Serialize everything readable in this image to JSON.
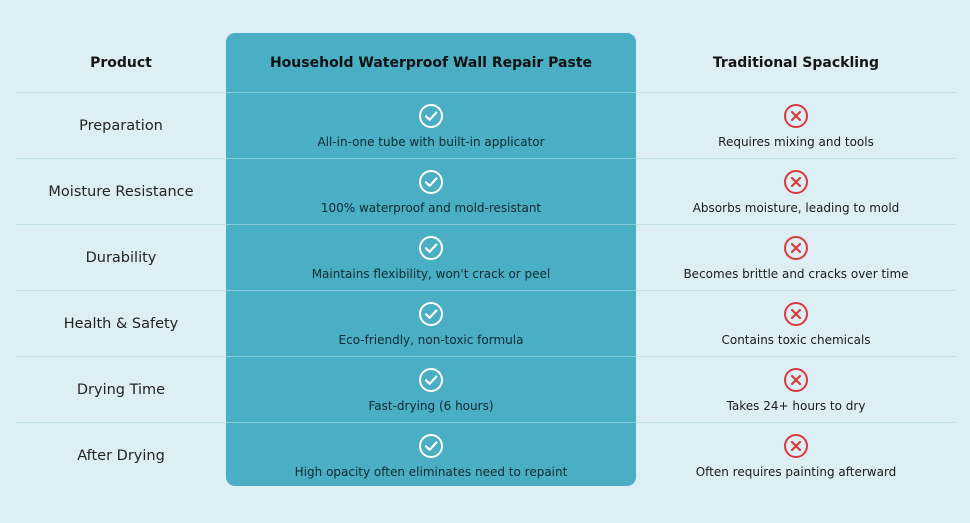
{
  "colors": {
    "background": "#ddeef4",
    "highlight_column": "#4aaec5",
    "check_icon": "#ffffff",
    "cross_icon": "#d93a3a"
  },
  "header": {
    "col1": "Product",
    "col2": "Household Waterproof Wall Repair Paste",
    "col3": "Traditional Spackling"
  },
  "rows": [
    {
      "feature": "Preparation",
      "paste": "All-in-one tube with built-in applicator",
      "paste_icon": "check-circle-icon",
      "spackling": "Requires mixing and tools",
      "spackling_icon": "x-circle-icon"
    },
    {
      "feature": "Moisture Resistance",
      "paste": "100% waterproof and mold-resistant",
      "paste_icon": "check-circle-icon",
      "spackling": "Absorbs moisture, leading to mold",
      "spackling_icon": "x-circle-icon"
    },
    {
      "feature": "Durability",
      "paste": "Maintains flexibility, won't crack or peel",
      "paste_icon": "check-circle-icon",
      "spackling": "Becomes brittle and cracks over time",
      "spackling_icon": "x-circle-icon"
    },
    {
      "feature": "Health & Safety",
      "paste": "Eco-friendly, non-toxic formula",
      "paste_icon": "check-circle-icon",
      "spackling": "Contains toxic chemicals",
      "spackling_icon": "x-circle-icon"
    },
    {
      "feature": "Drying Time",
      "paste": "Fast-drying (6 hours)",
      "paste_icon": "check-circle-icon",
      "spackling": "Takes 24+ hours to dry",
      "spackling_icon": "x-circle-icon"
    },
    {
      "feature": "After Drying",
      "paste": "High opacity often eliminates need to repaint",
      "paste_icon": "check-circle-icon",
      "spackling": "Often requires painting afterward",
      "spackling_icon": "x-circle-icon"
    }
  ]
}
